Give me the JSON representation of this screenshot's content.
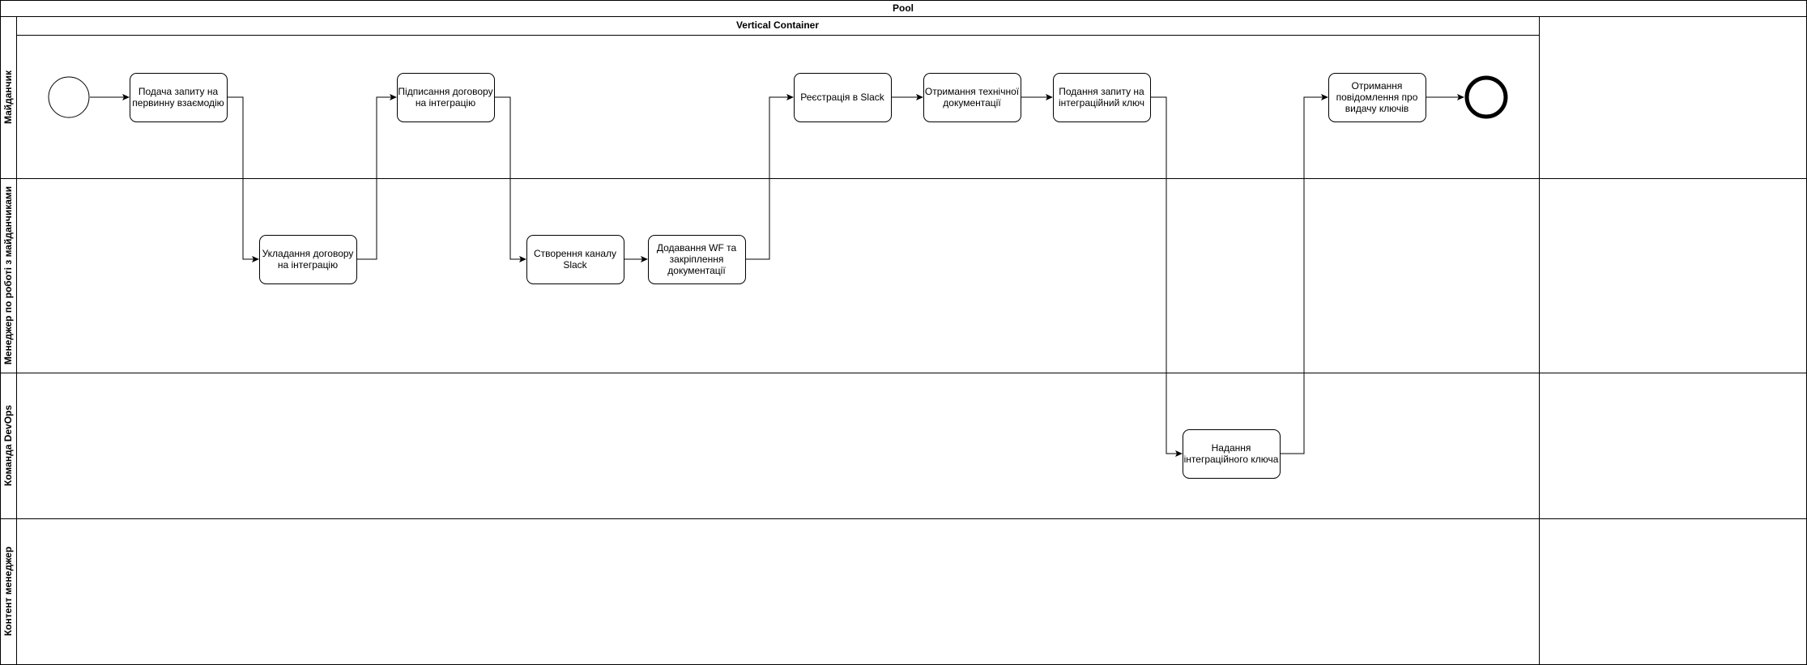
{
  "pool": {
    "title": "Pool"
  },
  "container": {
    "title": "Vertical Container"
  },
  "lanes": [
    {
      "id": "buyer",
      "label": "Майданчик"
    },
    {
      "id": "manager",
      "label": "Менеджер по роботі з майданчиками"
    },
    {
      "id": "devops",
      "label": "Команда DevOps"
    },
    {
      "id": "content",
      "label": "Контент менеджер"
    }
  ],
  "tasks": [
    {
      "id": "t1",
      "lines": [
        "Подача запиту на",
        "первинну взаємодію"
      ]
    },
    {
      "id": "t2",
      "lines": [
        "Укладання договору",
        "на інтеграцію"
      ]
    },
    {
      "id": "t3",
      "lines": [
        "Підписання договору",
        "на інтеграцію"
      ]
    },
    {
      "id": "t4",
      "lines": [
        "Створення каналу",
        "Slack"
      ]
    },
    {
      "id": "t5",
      "lines": [
        "Додавання WF та",
        "закріплення",
        "документації"
      ]
    },
    {
      "id": "t6",
      "lines": [
        "Реєстрація в Slack"
      ]
    },
    {
      "id": "t7",
      "lines": [
        "Отримання технічної",
        "документації"
      ]
    },
    {
      "id": "t8",
      "lines": [
        "Подання запиту на",
        "інтеграційний ключ"
      ]
    },
    {
      "id": "t9",
      "lines": [
        "Надання",
        "інтеграційного ключа"
      ]
    },
    {
      "id": "t10",
      "lines": [
        "Отримання",
        "повідомлення про",
        "видачу ключів"
      ]
    }
  ]
}
